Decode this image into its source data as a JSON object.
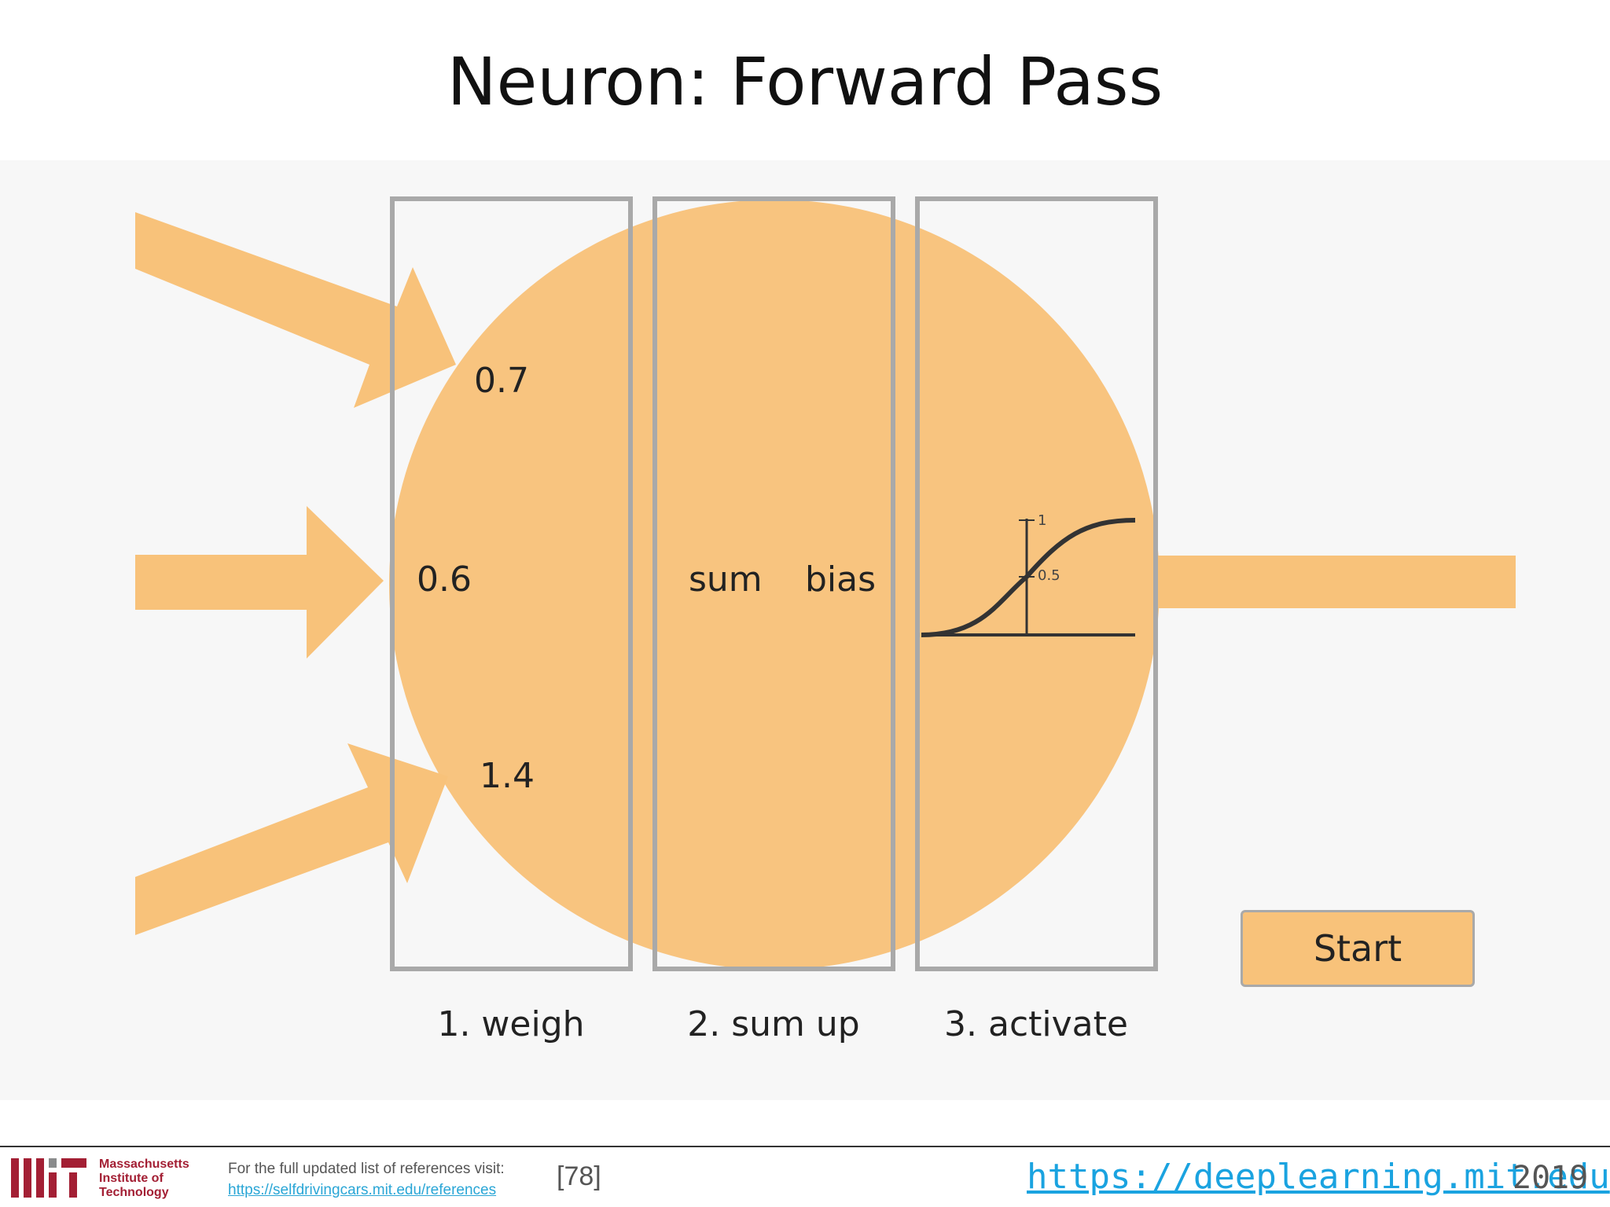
{
  "title": "Neuron: Forward Pass",
  "weights": [
    "0.7",
    "0.6",
    "1.4"
  ],
  "sum_label": "sum",
  "bias_label": "bias",
  "activation": {
    "tick_top": "1",
    "tick_mid": "0.5"
  },
  "steps": [
    "1. weigh",
    "2. sum up",
    "3. activate"
  ],
  "start_label": "Start",
  "colors": {
    "neuron": "#f8c27a",
    "box": "#a9a9a9",
    "link": "#1aa3e0",
    "mit_red": "#a31f34"
  },
  "footer": {
    "mit_lines": [
      "Massachusetts",
      "Institute of",
      "Technology"
    ],
    "ref_text": "For the full updated list of references visit:",
    "ref_url": "https://selfdrivingcars.mit.edu/references",
    "ref_num": "[78]",
    "site": "https://deeplearning.mit.edu",
    "year": "2019"
  }
}
